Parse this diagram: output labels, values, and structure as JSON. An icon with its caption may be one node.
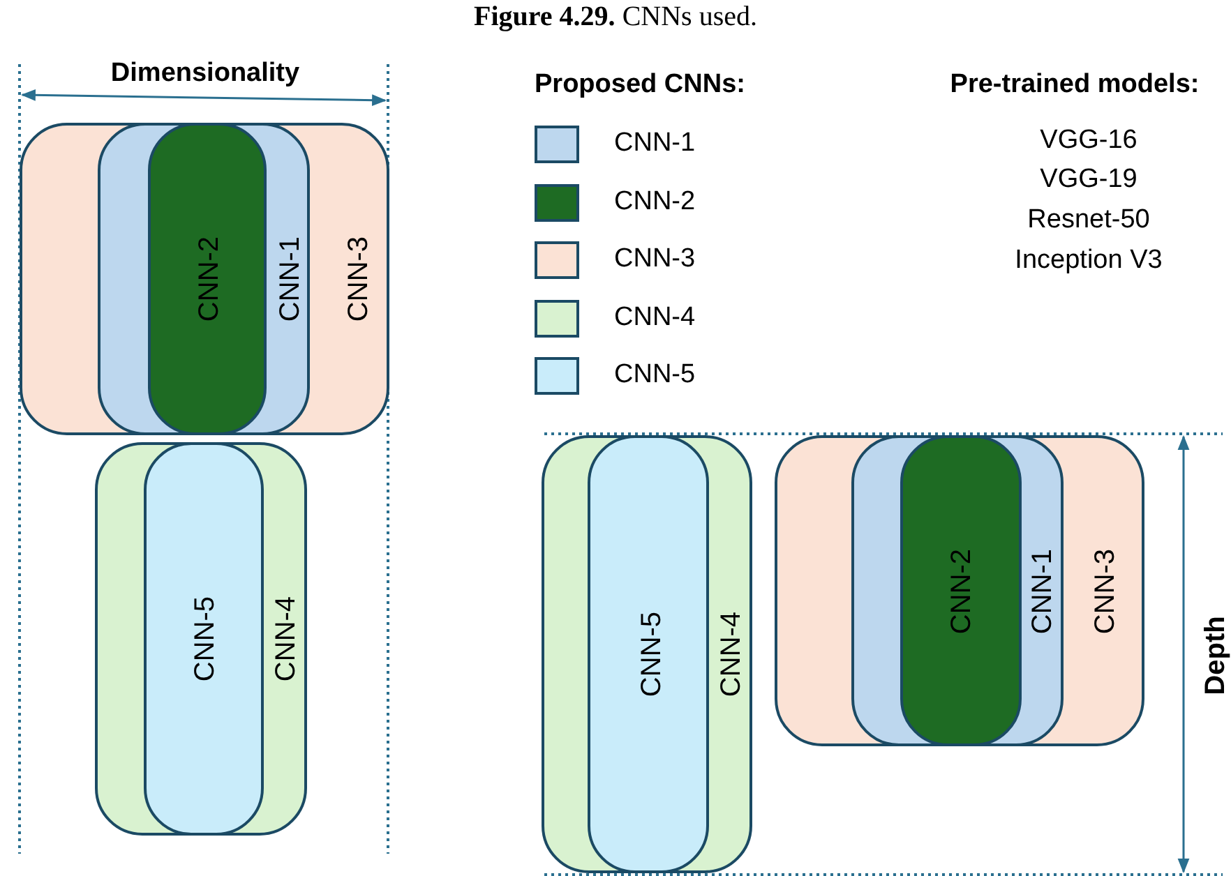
{
  "diagram": {
    "title": "**Figure 4.29.** CNNs used.",
    "nodes": [
      {
        "text": [
          "CNN-3"
        ]
      },
      {
        "text": [
          "CNN-1"
        ],
        "in": 0
      },
      {
        "text": [
          "CNN-2"
        ],
        "in": 1
      },
      {
        "text": [
          "CNN-4"
        ]
      },
      {
        "text": [
          "CNN-5"
        ],
        "in": 3
      },
      {
        "text": [
          "CNN-4"
        ]
      },
      {
        "text": [
          "CNN-5"
        ],
        "in": 5
      },
      {
        "text": [
          "CNN-3"
        ]
      },
      {
        "text": [
          "CNN-1"
        ],
        "in": 7
      },
      {
        "text": [
          "CNN-2"
        ],
        "in": 8
      }
    ],
    "edges": [],
    "labels": [
      "Dimensionality",
      "Proposed CNNs:",
      "Pre-trained models:",
      "VGG-16",
      "VGG-19",
      "Resnet-50",
      "Inception V3",
      "Depth"
    ],
    "legend": [
      {
        "text": "CNN-1",
        "color": "#bdd7ee"
      },
      {
        "text": "CNN-2",
        "color": "#1e6b23"
      },
      {
        "text": "CNN-3",
        "color": "#fbe2d5"
      },
      {
        "text": "CNN-4",
        "color": "#d9f2d0"
      },
      {
        "text": "CNN-5",
        "color": "#c9ecfa"
      }
    ]
  }
}
